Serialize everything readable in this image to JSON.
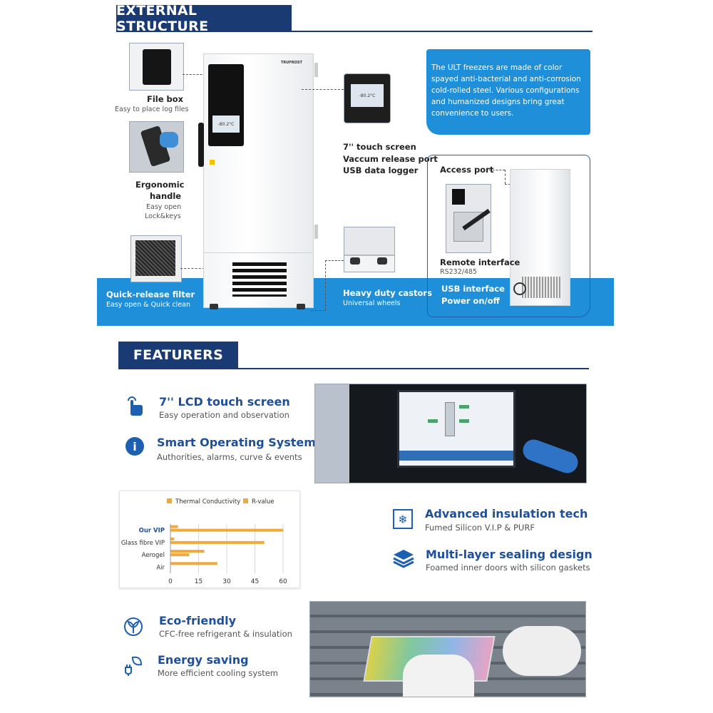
{
  "sections": {
    "external_title": "EXTERNAL STRUCTURE",
    "features_title": "FEATURERS"
  },
  "external": {
    "file_box": {
      "title": "File box",
      "sub": "Easy to place log files"
    },
    "handle": {
      "title1": "Ergonomic",
      "title2": "handle",
      "sub1": "Easy open",
      "sub2": "Lock&keys"
    },
    "filter": {
      "title": "Quick-release filter",
      "sub": "Easy open & Quick clean"
    },
    "touch": {
      "line1": "7'' touch screen",
      "line2": "Vaccum release port",
      "line3": "USB data logger"
    },
    "castors": {
      "title": "Heavy duty castors",
      "sub": "Universal wheels"
    },
    "info_text": "The ULT freezers are made of color spayed anti-bacterial and anti-corrosion cold-rolled steel. Various configurations and humanized designs bring great convenience to users.",
    "access_port": "Access port",
    "remote": {
      "title": "Remote interface",
      "sub": "RS232/485"
    },
    "usb": "USB interface",
    "power": "Power on/off",
    "brand": "TRUFROST",
    "display_temp": "-80.2°C",
    "screen_temp": "-80.2°C"
  },
  "features": {
    "lcd": {
      "title": "7'' LCD touch screen",
      "sub": "Easy operation and observation"
    },
    "os": {
      "title": "Smart Operating System",
      "sub": "Authorities, alarms, curve & events"
    },
    "insulation": {
      "title": "Advanced insulation tech",
      "sub": "Fumed Silicon V.I.P & PURF"
    },
    "sealing": {
      "title": "Multi-layer sealing design",
      "sub": "Foamed inner doors with silicon gaskets"
    },
    "eco": {
      "title": "Eco-friendly",
      "sub": "CFC-free refrigerant & insulation"
    },
    "energy": {
      "title": "Energy saving",
      "sub": "More efficient cooling system"
    }
  },
  "colors": {
    "navy": "#1a3a73",
    "blue_band": "#1e8fd8",
    "chart_bar": "#f2a93b"
  },
  "chart_data": {
    "type": "bar",
    "orientation": "horizontal",
    "categories": [
      "Our VIP",
      "Glass fibre VIP",
      "Aerogel",
      "Air"
    ],
    "series": [
      {
        "name": "Thermal Conductivity",
        "values": [
          4,
          2,
          18,
          25
        ]
      },
      {
        "name": "R-value",
        "values": [
          60,
          50,
          10,
          0
        ]
      }
    ],
    "xticks": [
      "0",
      "15",
      "30",
      "45",
      "60"
    ],
    "xlim": [
      0,
      60
    ],
    "grid": true,
    "legend": "top"
  }
}
